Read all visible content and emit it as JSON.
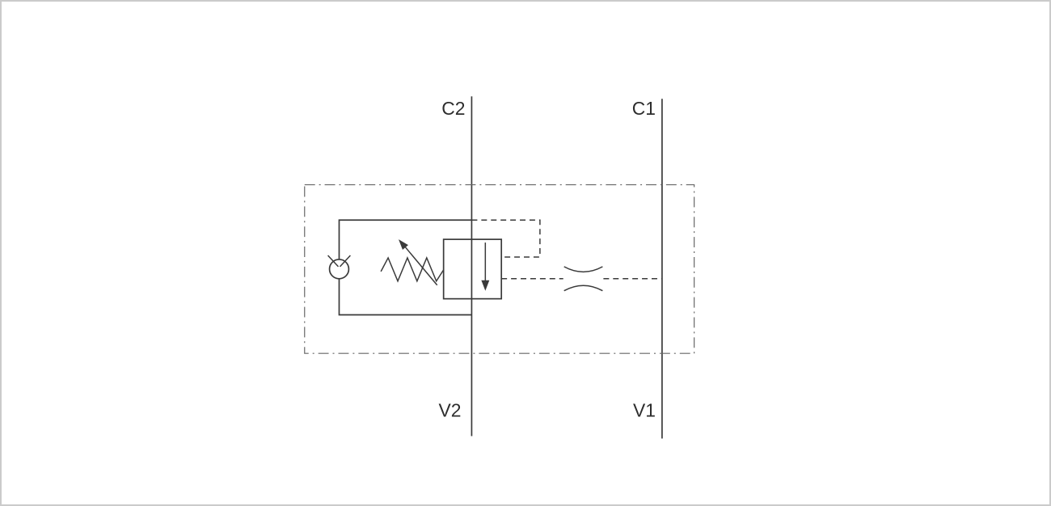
{
  "diagram": {
    "kind": "hydraulic-valve-schematic",
    "ports": {
      "c2": "C2",
      "c1": "C1",
      "v2": "V2",
      "v1": "V1"
    },
    "colors": {
      "line": "#3a3a3a",
      "envelope": "#666666",
      "text": "#2d2d2d",
      "background": "#ffffff",
      "frame": "#cbcbcb"
    },
    "symbols": [
      {
        "name": "valve-envelope",
        "linestyle": "dash-dot"
      },
      {
        "name": "check-valve"
      },
      {
        "name": "adjustable-spring"
      },
      {
        "name": "valve-element",
        "flow_direction": "down"
      },
      {
        "name": "pilot-line-from-c2",
        "linestyle": "dashed"
      },
      {
        "name": "pilot-line-to-c1",
        "linestyle": "dashed"
      },
      {
        "name": "orifice"
      }
    ]
  }
}
